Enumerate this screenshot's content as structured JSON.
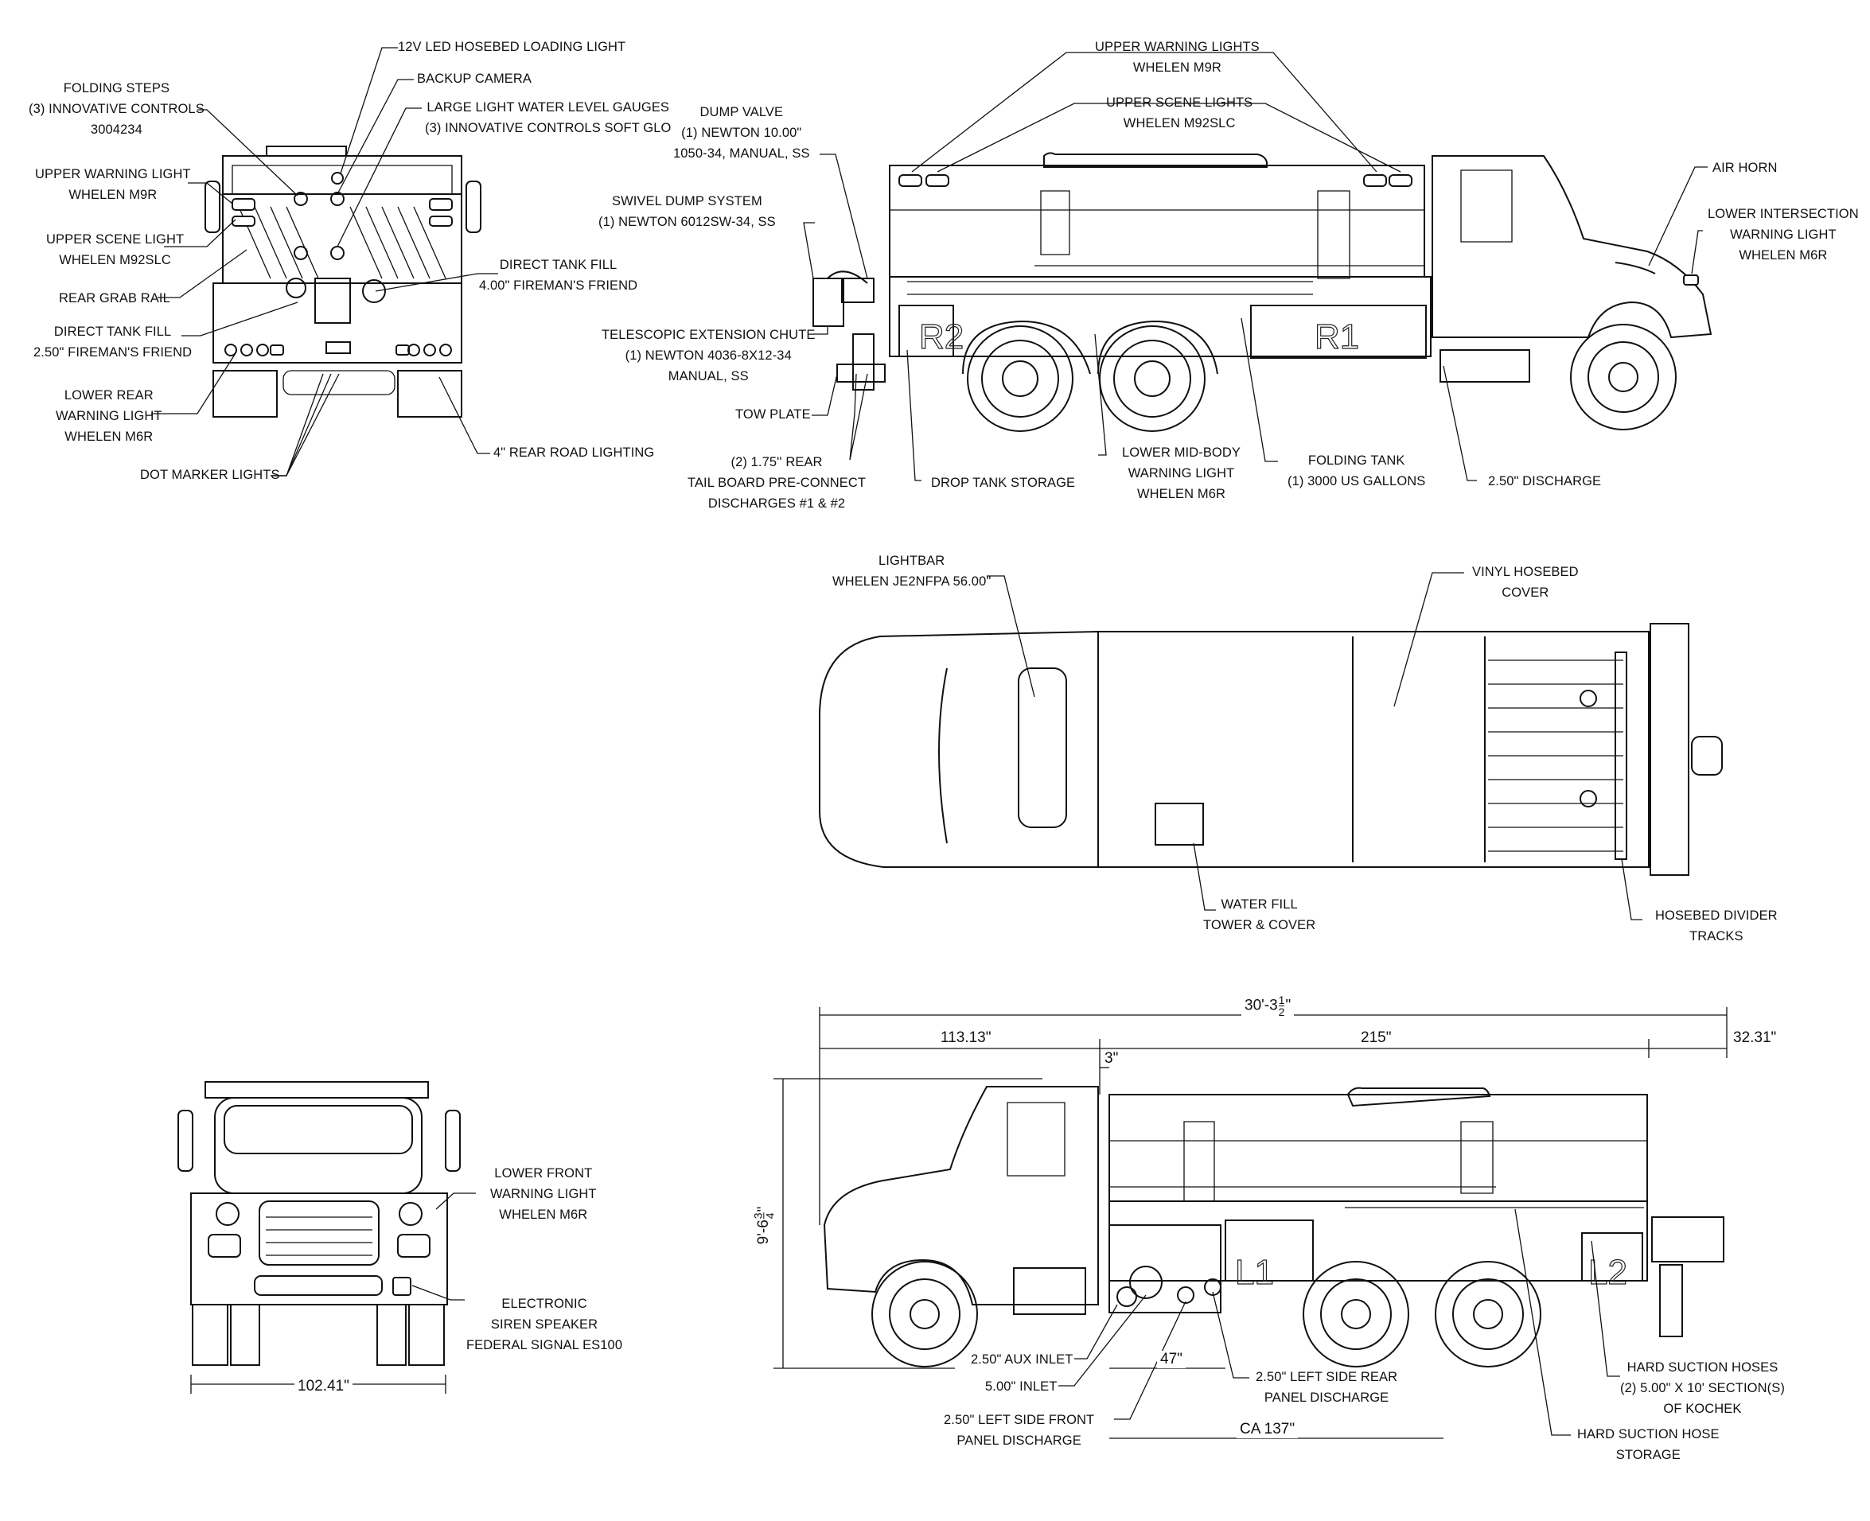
{
  "rear_view": {
    "labels": {
      "hosebed_light": "12V LED HOSEBED LOADING LIGHT",
      "backup_camera": "BACKUP CAMERA",
      "level_gauges": [
        "LARGE LIGHT WATER LEVEL GAUGES",
        "(3) INNOVATIVE CONTROLS SOFT GLO"
      ],
      "folding_steps": [
        "FOLDING STEPS",
        "(3) INNOVATIVE CONTROLS",
        "3004234"
      ],
      "upper_warning": [
        "UPPER WARNING LIGHT",
        "WHELEN M9R"
      ],
      "upper_scene": [
        "UPPER SCENE LIGHT",
        "WHELEN M92SLC"
      ],
      "grab_rail": "REAR GRAB RAIL",
      "direct_fill_4": [
        "DIRECT TANK FILL",
        "4.00\" FIREMAN'S FRIEND"
      ],
      "direct_fill_250": [
        "DIRECT TANK FILL",
        "2.50\" FIREMAN'S FRIEND"
      ],
      "lower_rear": [
        "LOWER REAR",
        "WARNING LIGHT",
        "WHELEN M6R"
      ],
      "road_lighting": "4\" REAR ROAD LIGHTING",
      "dot_marker": "DOT MARKER LIGHTS"
    }
  },
  "side_view_passenger": {
    "labels": {
      "upper_warning_lights": [
        "UPPER WARNING LIGHTS",
        "WHELEN M9R"
      ],
      "upper_scene_lights": [
        "UPPER SCENE LIGHTS",
        "WHELEN M92SLC"
      ],
      "dump_valve": [
        "DUMP VALVE",
        "(1) NEWTON 10.00\"",
        "1050-34, MANUAL, SS"
      ],
      "swivel_dump": [
        "SWIVEL DUMP SYSTEM",
        "(1) NEWTON  6012SW-34, SS"
      ],
      "telescopic_chute": [
        "TELESCOPIC EXTENSION CHUTE",
        "(1) NEWTON 4036-8X12-34",
        "MANUAL, SS"
      ],
      "tow_plate": "TOW PLATE",
      "tail_board": [
        "(2) 1.75'' REAR",
        "TAIL BOARD PRE-CONNECT",
        "DISCHARGES #1 & #2"
      ],
      "drop_tank": "DROP TANK STORAGE",
      "lower_mid_body": [
        "LOWER MID-BODY",
        "WARNING LIGHT",
        "WHELEN M6R"
      ],
      "folding_tank": [
        "FOLDING TANK",
        "(1) 3000 US GALLONS"
      ],
      "discharge_250": "2.50\" DISCHARGE",
      "air_horn": "AIR HORN",
      "lower_intersection": [
        "LOWER INTERSECTION",
        "WARNING LIGHT",
        "WHELEN M6R"
      ]
    },
    "compartments": [
      "R2",
      "R1"
    ]
  },
  "top_view": {
    "labels": {
      "lightbar": [
        "LIGHTBAR",
        "WHELEN JE2NFPA 56.00\""
      ],
      "hosebed_cover": [
        "VINYL HOSEBED",
        "COVER"
      ],
      "water_fill": [
        "WATER FILL",
        "TOWER & COVER"
      ],
      "divider_tracks": [
        "HOSEBED DIVIDER",
        "TRACKS"
      ]
    }
  },
  "front_view": {
    "labels": {
      "lower_front": [
        "LOWER FRONT",
        "WARNING LIGHT",
        "WHELEN M6R"
      ],
      "siren": [
        "ELECTRONIC",
        "SIREN SPEAKER",
        "FEDERAL SIGNAL  ES100"
      ]
    },
    "width_dim": "102.41\""
  },
  "side_view_driver": {
    "dims": {
      "overall": "30'-3",
      "overall_frac_num": "1",
      "overall_frac_den": "2",
      "cab": "113.13\"",
      "body": "215\"",
      "rear": "32.31\"",
      "gap": "3\"",
      "height": "9'-6",
      "height_frac_num": "3",
      "height_frac_den": "4",
      "pump": "47\"",
      "ca": "CA 137\""
    },
    "labels": {
      "aux_inlet": "2.50\" AUX INLET",
      "inlet_500": "5.00\" INLET",
      "left_front_discharge": [
        "2.50\" LEFT SIDE FRONT",
        "PANEL DISCHARGE"
      ],
      "left_rear_discharge": [
        "2.50\" LEFT SIDE REAR",
        "PANEL DISCHARGE"
      ],
      "hard_suction_hoses": [
        "HARD SUCTION HOSES",
        "(2) 5.00\" X 10' SECTION(S)",
        "OF KOCHEK"
      ],
      "hard_suction_storage": [
        "HARD SUCTION HOSE",
        "STORAGE"
      ]
    },
    "compartments": [
      "L1",
      "L2"
    ]
  }
}
